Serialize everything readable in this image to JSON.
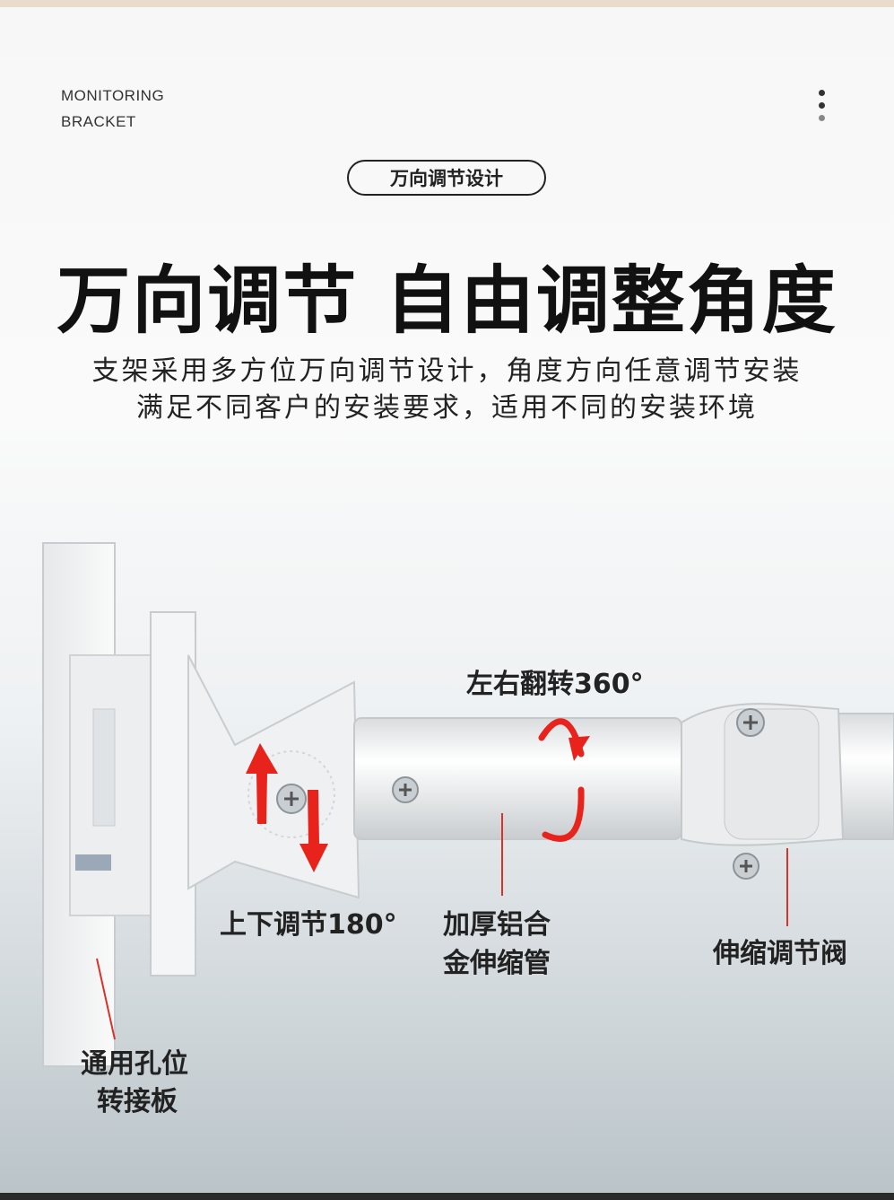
{
  "header": {
    "brand_line1": "MONITORING",
    "brand_line2": "BRACKET"
  },
  "tag": "万向调节设计",
  "headline": "万向调节 自由调整角度",
  "description": {
    "line1": "支架采用多方位万向调节设计，角度方向任意调节安装",
    "line2": "满足不同客户的安装要求，适用不同的安装环境"
  },
  "callouts": {
    "rotate": "左右翻转360°",
    "tilt": "上下调节180°",
    "tube_line1": "加厚铝合",
    "tube_line2": "金伸缩管",
    "valve": "伸缩调节阀",
    "plate_line1": "通用孔位",
    "plate_line2": "转接板"
  },
  "colors": {
    "arrow_red": "#e8231c",
    "bracket_white": "#f2f3f4"
  }
}
